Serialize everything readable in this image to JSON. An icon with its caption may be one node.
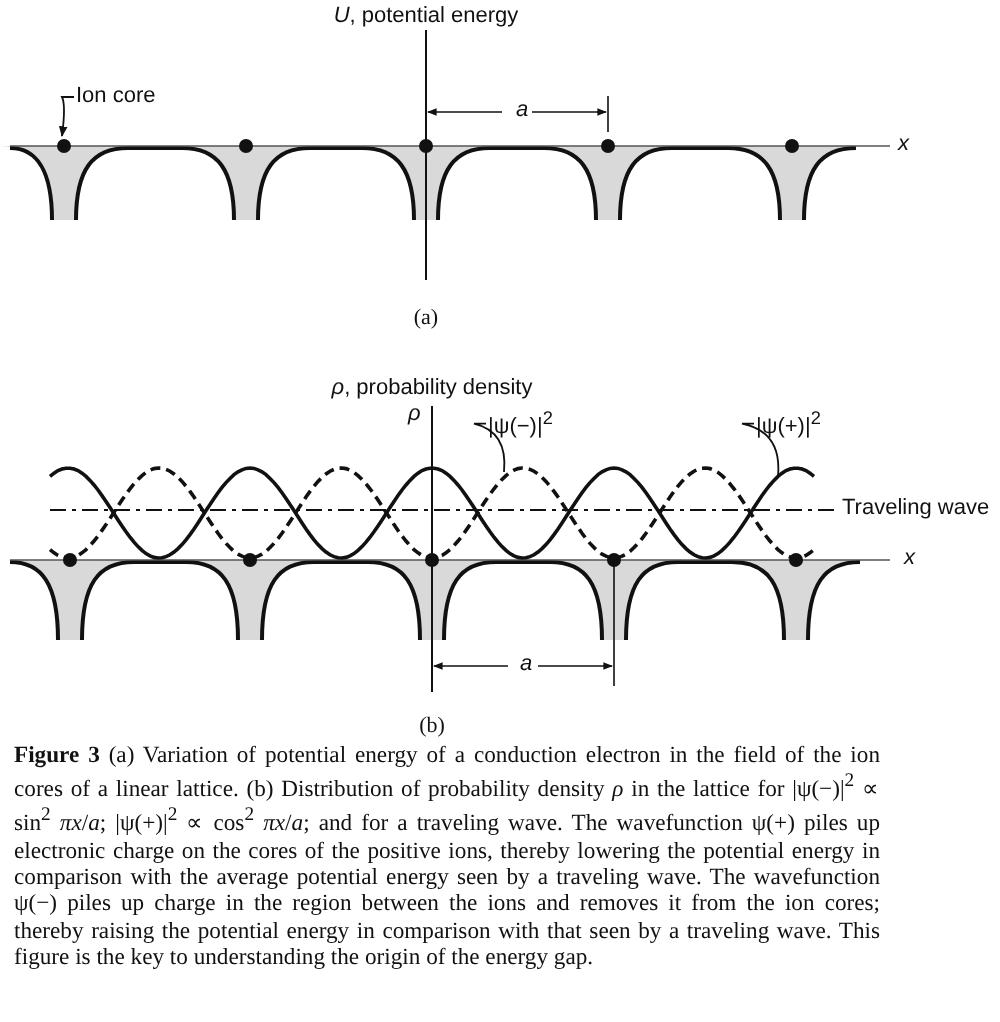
{
  "diagram": {
    "caption": "**Figure 3** (a) Variation of potential energy of a conduction electron in the field of the ion cores of a linear lattice. (b) Distribution of probability density *ρ* in the lattice for |ψ(−)|$^{2}$ ∝ sin$^{2}$ *πx*/*a*; |ψ(+)|$^{2}$ ∝ cos$^{2}$ *πx*/*a*; and for a traveling wave. The wavefunction ψ(+) piles up electronic charge on the cores of the positive ions, thereby lowering the potential energy in comparison with the average potential energy seen by a traveling wave. The wavefunction ψ(−) piles up charge in the region between the ions and removes it from the ion cores; thereby raising the potential energy in comparison with that seen by a traveling wave. This figure is the key to understanding the origin of the energy gap.",
    "nodes": [
      {
        "text": [
          "Ion core"
        ]
      },
      {
        "text": [],
        "shape": "circle"
      },
      {
        "text": [
          "|ψ(−)|$^{2}$"
        ]
      },
      {
        "text": [],
        "shape": "curve"
      },
      {
        "text": [
          "|ψ(+)|$^{2}$"
        ]
      },
      {
        "text": [],
        "shape": "curve"
      }
    ],
    "edges": [
      {
        "from": 0,
        "to": 1,
        "arrow": "to"
      },
      {
        "from": 2,
        "to": 3,
        "arrow": "none"
      },
      {
        "from": 4,
        "to": 5,
        "arrow": "none"
      }
    ],
    "labels": [
      "*U*, potential energy",
      "*a*",
      "*x*",
      "(a)",
      "*ρ*, probability density",
      "*ρ*",
      "Traveling wave",
      "*x*",
      "*a*",
      "(b)"
    ]
  }
}
